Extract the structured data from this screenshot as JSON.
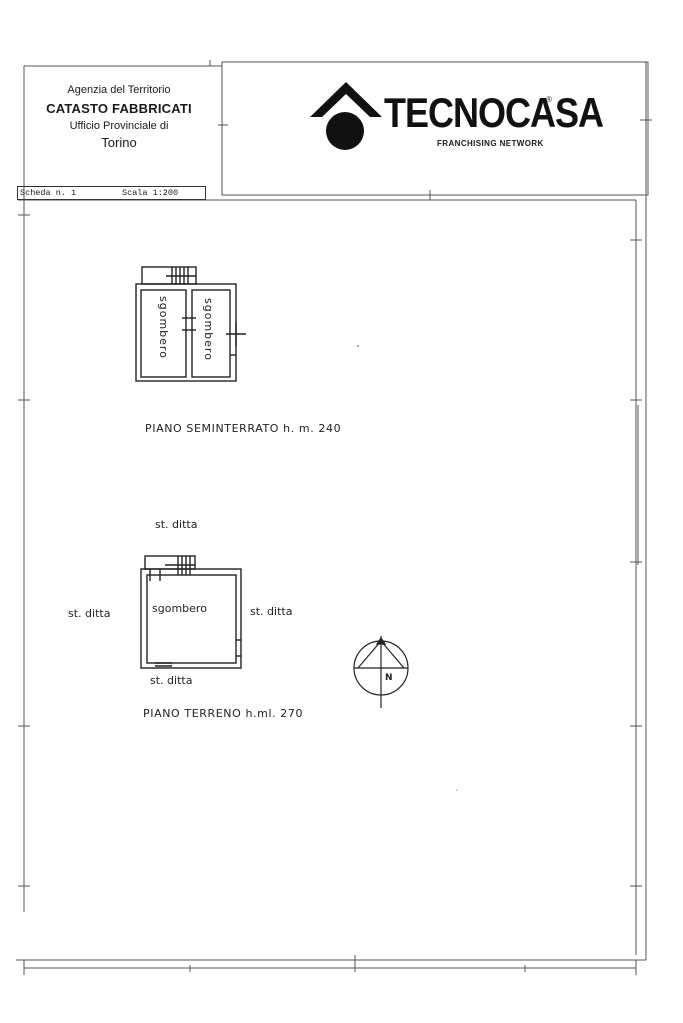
{
  "header": {
    "agency": "Agenzia del Territorio",
    "registry": "CATASTO FABBRICATI",
    "office": "Ufficio Provinciale di",
    "city": "Torino"
  },
  "logo": {
    "brand": "TECNOCASA",
    "registered_mark": "®",
    "tagline": "FRANCHISING NETWORK",
    "icon": "house-roof-circle-icon"
  },
  "sheet": {
    "scheda": "Scheda n. 1",
    "scale": "Scala 1:200"
  },
  "plans": {
    "basement": {
      "title": "PIANO SEMINTERRATO h. m. 240",
      "room_left": "sgombero",
      "room_right": "sgombero"
    },
    "ground": {
      "title": "PIANO TERRENO h.ml. 270",
      "room": "sgombero",
      "top_label": "st. ditta",
      "left_label": "st. ditta",
      "right_label": "st. ditta",
      "bottom_label": "st. ditta"
    }
  },
  "compass": {
    "label": "N",
    "icon": "north-arrow-icon"
  },
  "colors": {
    "ink": "#1a1a1a",
    "frame": "#555555"
  }
}
